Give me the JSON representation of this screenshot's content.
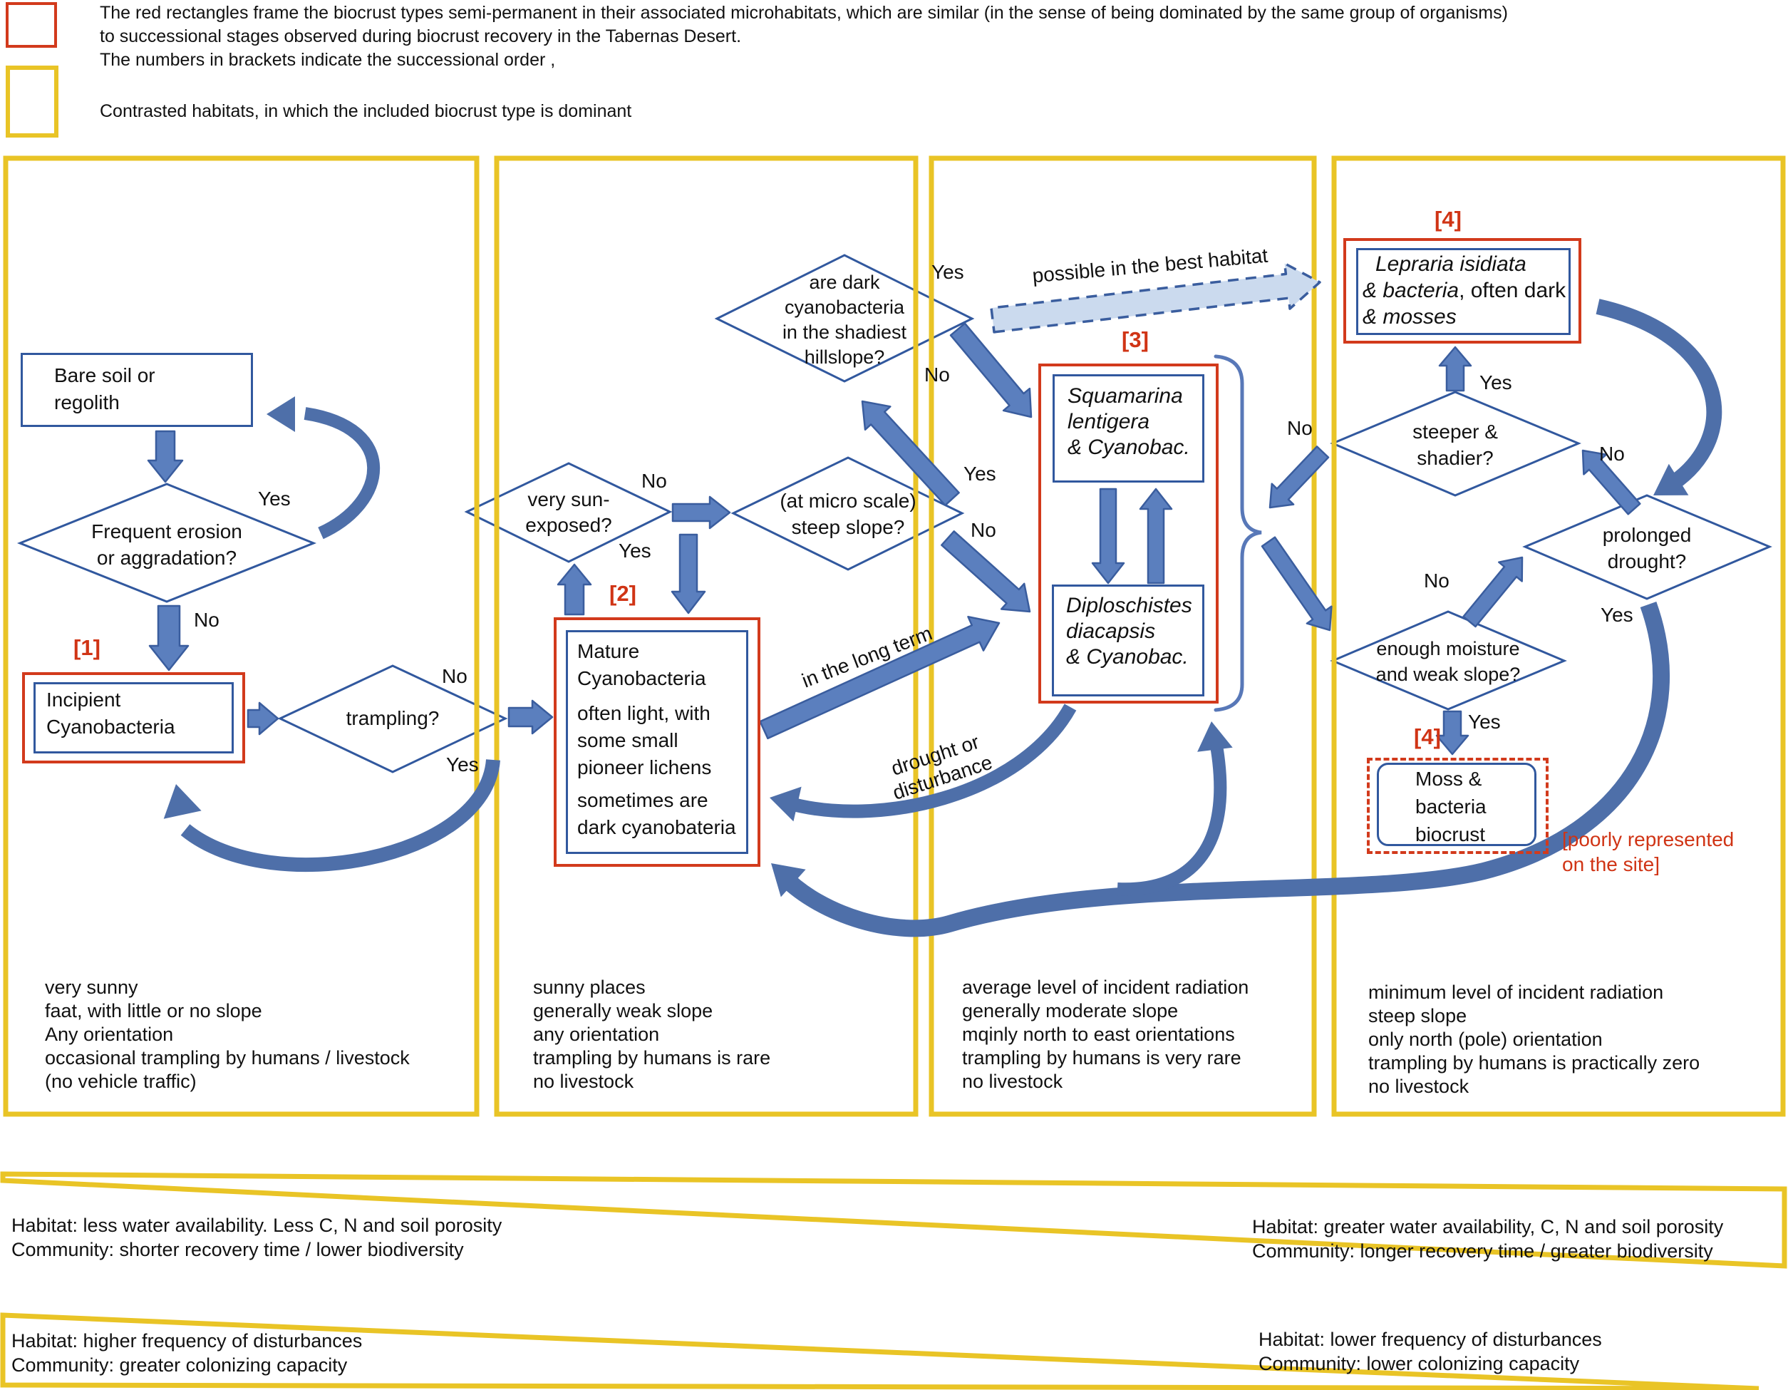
{
  "colors": {
    "yellow": "#E9C426",
    "red": "#D23A1C",
    "red_text": "#D03415",
    "blue_box": "#31589E",
    "arrow_fill": "#5B7FBE",
    "arrow_stroke": "#3A5D9E",
    "curve": "#4E6FA9",
    "dash_fill": "#CBDAEE"
  },
  "legend": {
    "red_note": "The red rectangles frame the biocrust types semi-permanent in their associated microhabitats, which are similar (in the sense of being dominated by the same group of organisms)\n to successional stages observed during biocrust recovery in the Tabernas Desert.\nThe numbers in brackets indicate the successional order ,",
    "yellow_note": "Contrasted habitats, in which the included biocrust type is dominant"
  },
  "flow": {
    "bare_soil": "Bare soil or\nregolith",
    "freq_erosion": "Frequent erosion\nor aggradation?",
    "incipient_order": "[1]",
    "incipient": "Incipient\nCyanobacteria",
    "trampling": "trampling?",
    "very_sun": "very sun-\nexposed?",
    "mature_order": "[2]",
    "mature_p1": "Mature\nCyanobacteria",
    "mature_p2": "often light, with\nsome small\npioneer lichens",
    "mature_p3": "sometimes are\ndark cyanobateria",
    "steep_slope": "(at micro scale)\nsteep slope?",
    "dark_cyano": "are dark\ncyanobacteria\nin the shadiest\nhillslope?",
    "squamarina_order": "[3]",
    "squamarina": "Squamarina\nlentigera\n& Cyanobac.",
    "diploschistes": "Diploschistes\ndiacapsis\n& Cyanobac.",
    "lepraria_order": "[4]",
    "lepraria_l1": "Lepraria isidiata",
    "lepraria_l2a": "& bacteria",
    "lepraria_l2b": ", often dark",
    "lepraria_l3": "& mosses",
    "steeper_shadier": "steeper &\nshadier?",
    "prolonged_drought": "prolonged\ndrought?",
    "enough_moisture": "enough moisture\nand weak slope?",
    "moss_order": "[4]",
    "moss": "Moss &\nbacteria\nbiocrust",
    "moss_note": "[poorly represented\non the site]"
  },
  "edge_labels": {
    "freq_yes": "Yes",
    "freq_no": "No",
    "tramp_no": "No",
    "tramp_yes": "Yes",
    "vsun_no": "No",
    "vsun_yes": "Yes",
    "steep_yes": "Yes",
    "steep_no": "No",
    "dark_yes": "Yes",
    "dark_no": "No",
    "steeper_yes": "Yes",
    "steeper_no": "No",
    "prolonged_no": "No",
    "prolonged_yes": "Yes",
    "enough_no": "No",
    "enough_yes": "Yes",
    "possible": "possible in the best habitat",
    "long_term": "in the long term",
    "drought_disturbance": "drought or\ndisturbance"
  },
  "habitats": {
    "col1": "very sunny\nfaat, with little or no slope\nAny orientation\noccasional trampling by humans / livestock\n(no vehicle traffic)",
    "col2": "sunny places\ngenerally weak slope\nany orientation\ntrampling by humans is rare\nno livestock",
    "col3": "average level of incident radiation\ngenerally moderate slope\nmqinly north to east orientations\ntrampling by humans is very rare\nno livestock",
    "col4": "minimum level of incident radiation\nsteep slope\nonly north (pole) orientation\ntrampling by humans is practically zero\nno livestock"
  },
  "gradients": {
    "water_left": "Habitat:  less water availability.  Less C, N and soil porosity\nCommunity:  shorter recovery time / lower biodiversity",
    "water_right": "Habitat:  greater water availability, C, N and soil porosity\nCommunity:  longer recovery time / greater biodiversity",
    "disturb_left": "Habitat:  higher frequency of disturbances\nCommunity:  greater colonizing capacity",
    "disturb_right": "Habitat:  lower frequency of disturbances\nCommunity:  lower colonizing capacity"
  }
}
